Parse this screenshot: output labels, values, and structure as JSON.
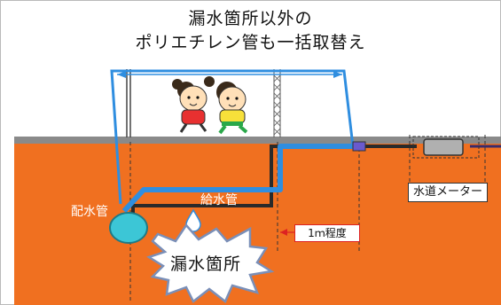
{
  "title": {
    "line1": "漏水箇所以外の",
    "line2": "ポリエチレン管も一括取替え"
  },
  "labels": {
    "main_pipe": "配水管",
    "service_pipe": "給水管",
    "water_meter": "水道メーター",
    "distance": "1ｍ程度",
    "leak_location": "漏水箇所"
  },
  "colors": {
    "ground": "#f07020",
    "new_pipe": "#2f8ee0",
    "old_pipe": "#2a2a2a",
    "main_pipe": "#3cc6d6",
    "surface": "#8a8a8a"
  }
}
